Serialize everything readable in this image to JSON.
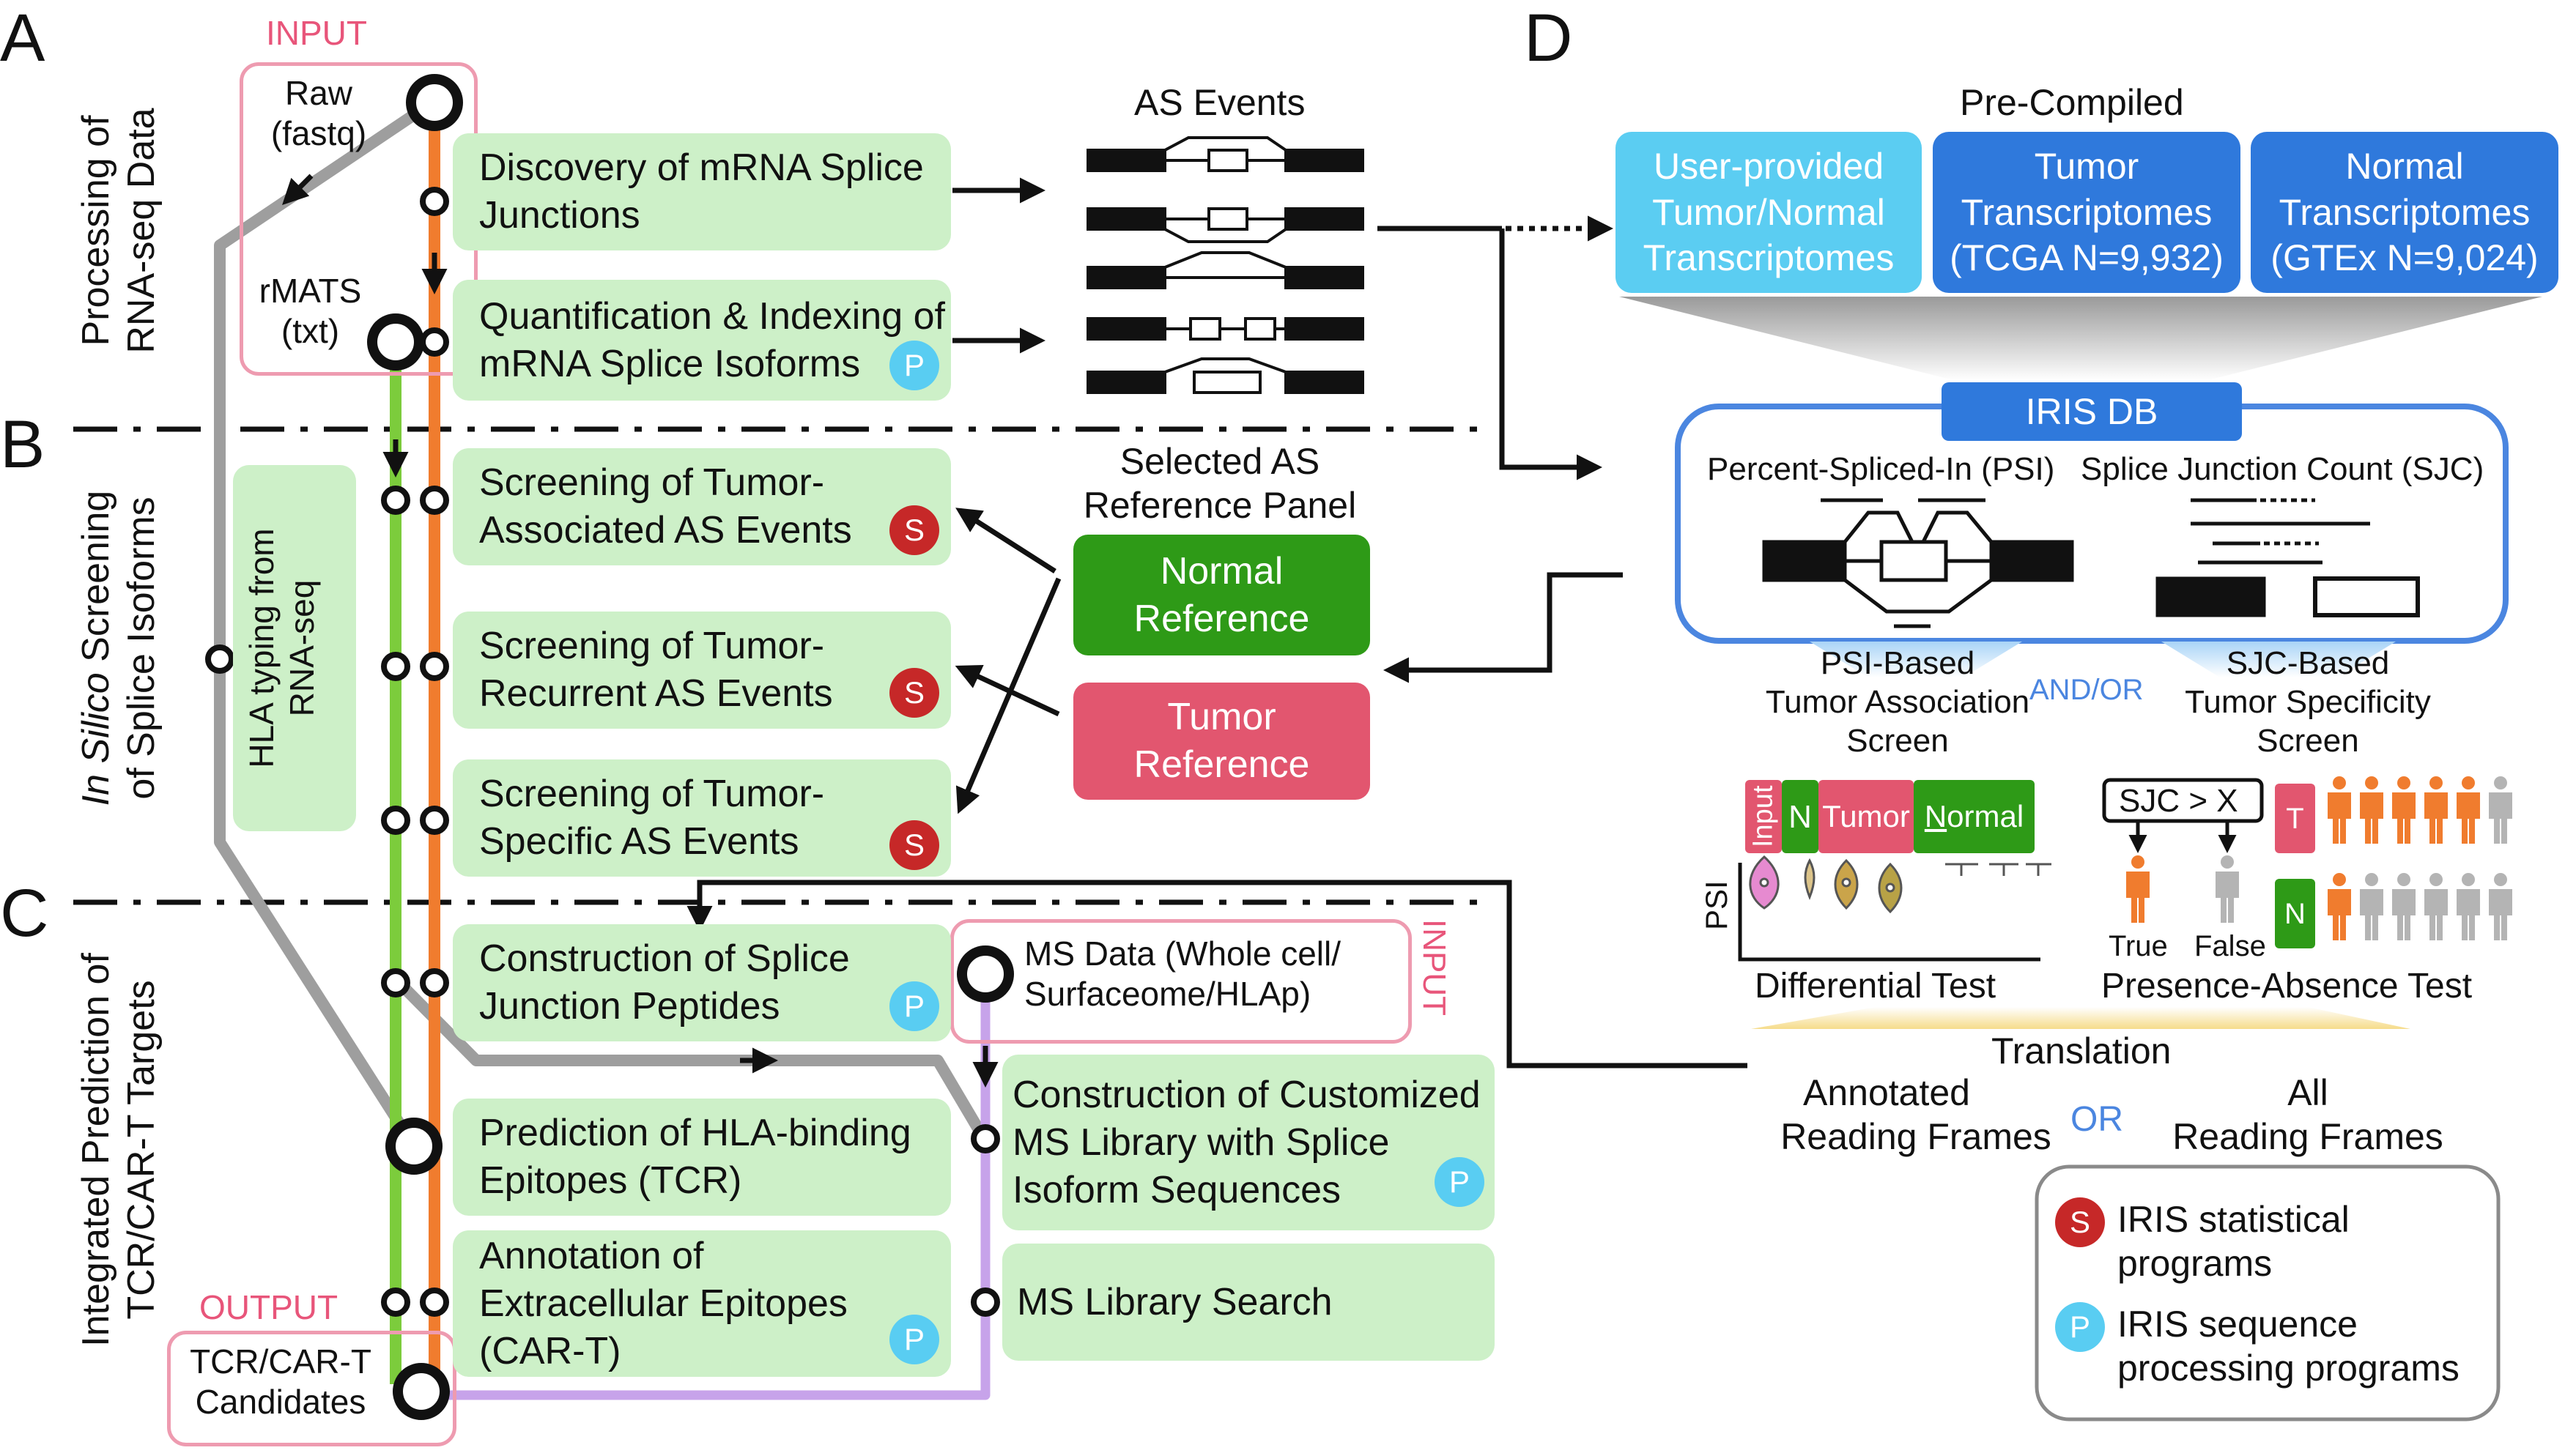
{
  "panels": {
    "a": "A",
    "b": "B",
    "c": "C",
    "d": "D"
  },
  "side_labels": {
    "a": [
      "Processing of",
      "RNA-seq Data"
    ],
    "b_line1_italic": "In Silico",
    "b_line1_rest": " Screening",
    "b_line2": "of Splice Isoforms",
    "c": [
      "Integrated Prediction of",
      "TCR/CAR-T Targets"
    ]
  },
  "io": {
    "input_label": "INPUT",
    "raw": [
      "Raw",
      "(fastq)"
    ],
    "rmats": [
      "rMATS",
      "(txt)"
    ],
    "output_label": "OUTPUT",
    "candidates": [
      "TCR/CAR-T",
      "Candidates"
    ],
    "ms_input_label": "INPUT",
    "ms_data": [
      "MS Data (Whole cell/",
      "Surfaceome/HLAp)"
    ]
  },
  "hla_typing": [
    "HLA typing from",
    "RNA-seq"
  ],
  "steps": {
    "discovery": [
      "Discovery of mRNA Splice",
      "Junctions"
    ],
    "quantification": [
      "Quantification & Indexing of",
      "mRNA Splice Isoforms"
    ],
    "screen_assoc": [
      "Screening of Tumor-",
      "Associated AS Events"
    ],
    "screen_recur": [
      "Screening of Tumor-",
      "Recurrent AS Events"
    ],
    "screen_spec": [
      "Screening of Tumor-",
      "Specific AS Events"
    ],
    "construct_peptides": [
      "Construction of Splice",
      "Junction Peptides"
    ],
    "predict_hla": [
      "Prediction of HLA-binding",
      "Epitopes (TCR)"
    ],
    "annotate_extra": [
      "Annotation of",
      "Extracellular Epitopes",
      "(CAR-T)"
    ],
    "construct_ms": [
      "Construction of Customized",
      "MS Library with Splice",
      "Isoform Sequences"
    ],
    "ms_search": [
      "MS Library Search"
    ]
  },
  "badges": {
    "s": "S",
    "p": "P"
  },
  "as_events_title": "AS Events",
  "reference_panel": {
    "title": [
      "Selected AS",
      "Reference Panel"
    ],
    "normal": [
      "Normal",
      "Reference"
    ],
    "tumor": [
      "Tumor",
      "Reference"
    ]
  },
  "precompiled": {
    "title": "Pre-Compiled",
    "user": [
      "User-provided",
      "Tumor/Normal",
      "Transcriptomes"
    ],
    "tumor": [
      "Tumor",
      "Transcriptomes",
      "(TCGA N=9,932)"
    ],
    "normal": [
      "Normal",
      "Transcriptomes",
      "(GTEx N=9,024)"
    ]
  },
  "iris_db": {
    "label": "IRIS DB",
    "psi": "Percent-Spliced-In (PSI)",
    "sjc": "Splice Junction Count (SJC)"
  },
  "screens": {
    "psi_based": [
      "PSI-Based",
      "Tumor Association",
      "Screen"
    ],
    "and_or": "AND/OR",
    "sjc_based": [
      "SJC-Based",
      "Tumor Specificity",
      "Screen"
    ]
  },
  "differential": {
    "input": "Input",
    "n": "N",
    "tumor": "Tumor",
    "normal_first": "N",
    "normal_rest": "ormal",
    "psi_axis": "PSI",
    "title": "Differential Test"
  },
  "presence": {
    "condition": "SJC > X",
    "t": "T",
    "n": "N",
    "true": "True",
    "false": "False",
    "title": "Presence-Absence Test"
  },
  "translation": {
    "title": "Translation",
    "annotated": [
      "Annotated",
      "Reading Frames"
    ],
    "or": "OR",
    "all": [
      "All",
      "Reading Frames"
    ]
  },
  "legend": {
    "s": [
      "IRIS statistical",
      "programs"
    ],
    "p": [
      "IRIS sequence",
      "processing programs"
    ]
  },
  "colors": {
    "green_box": "#cdf0c8",
    "pink_frame": "#ee9bb0",
    "input_text": "#e8557a",
    "orange_line": "#f07c2e",
    "green_line": "#7ccc3c",
    "gray_line": "#9e9e9e",
    "purple_line": "#c7a3ea",
    "s_badge": "#c62828",
    "p_badge": "#59cdf2",
    "light_blue_box": "#5bcdf2",
    "blue_box": "#2f79dc",
    "iris_border": "#4b86e0",
    "normal_ref": "#2e9a17",
    "tumor_ref": "#e2566f",
    "and_or_text": "#4b86e0"
  },
  "icons": [
    "circle-node-icon",
    "arrow-icon",
    "person-icon",
    "violin-plot-icon",
    "exon-diagram-icon"
  ]
}
